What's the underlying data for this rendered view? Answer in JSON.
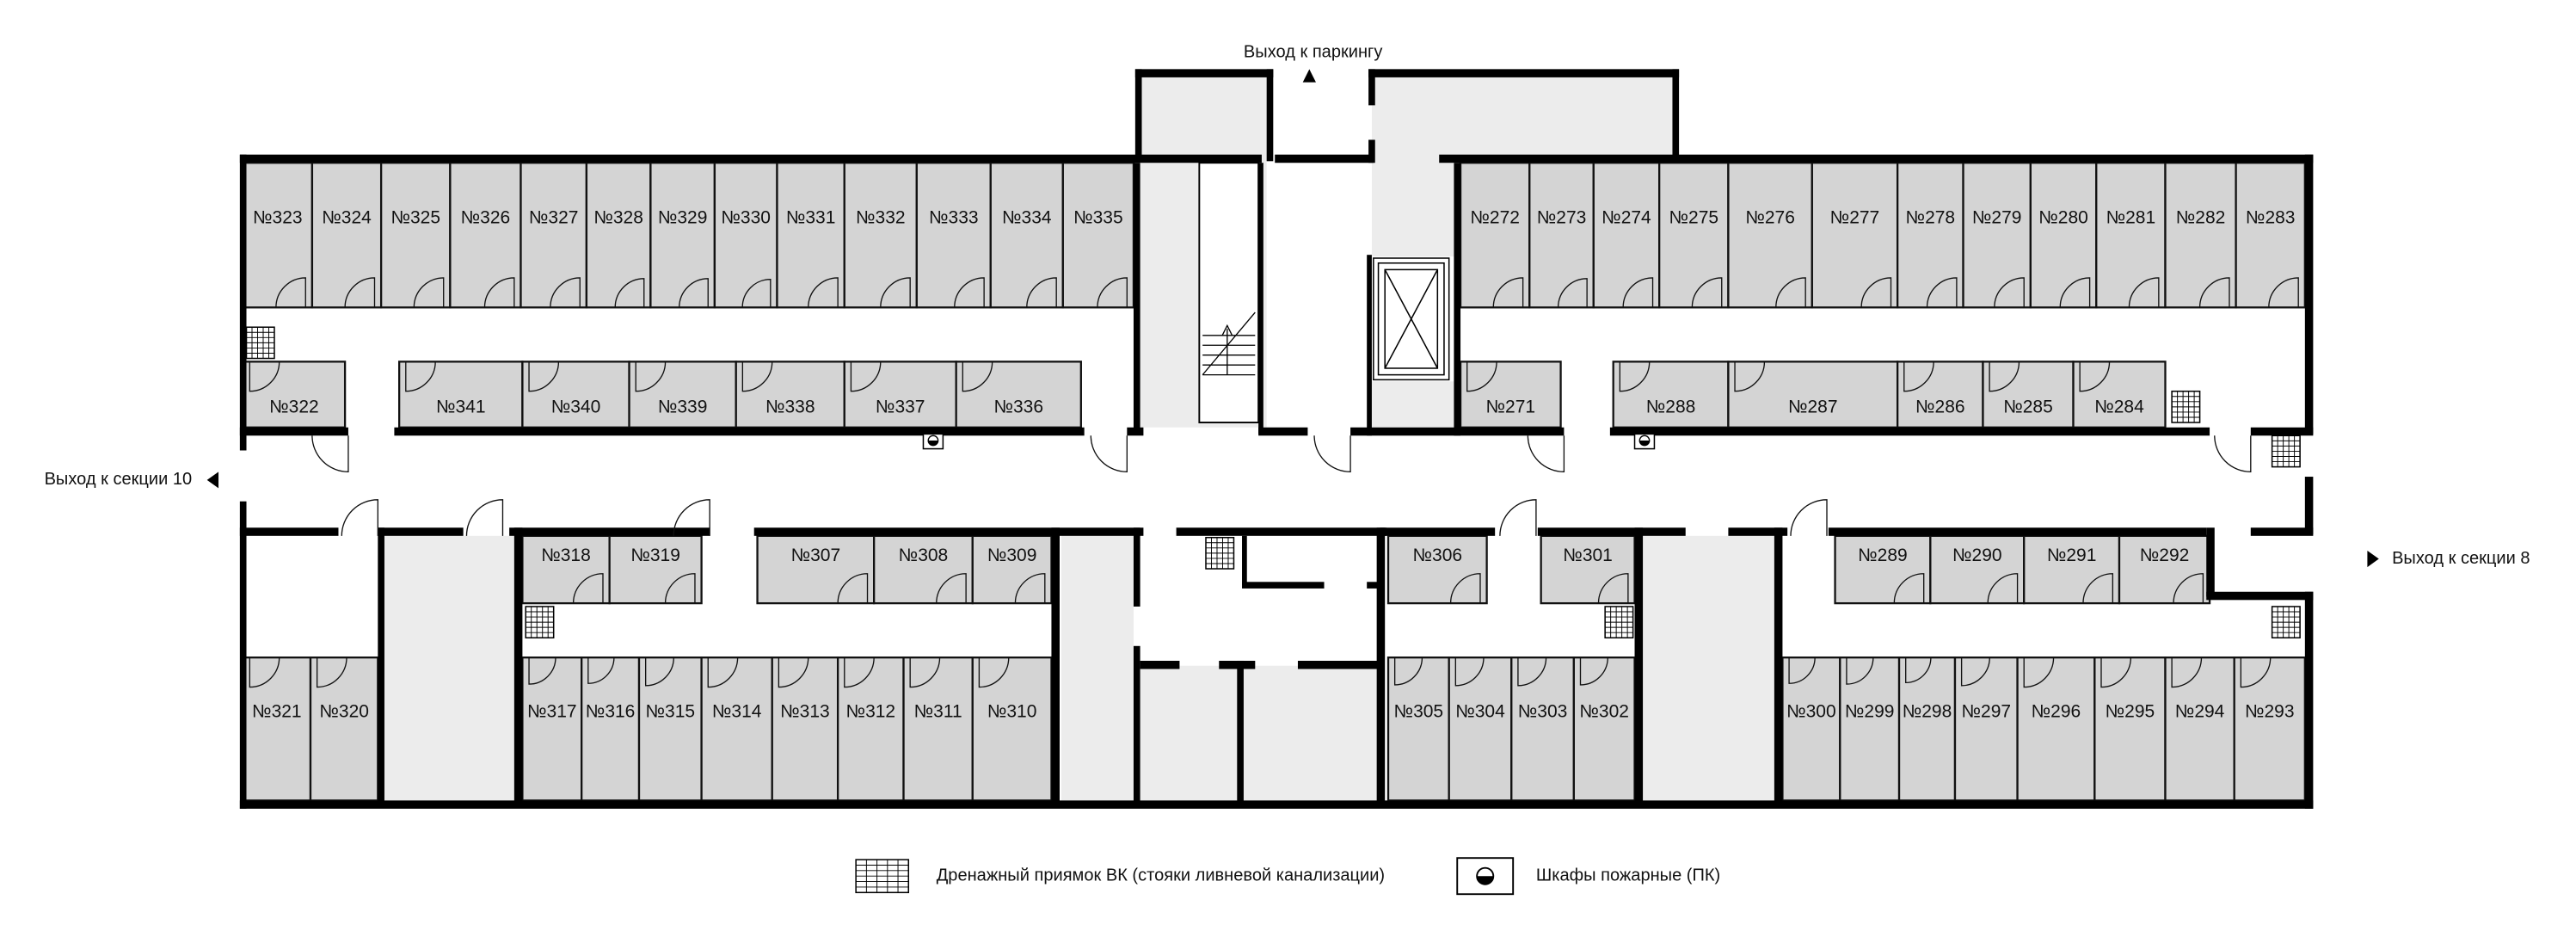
{
  "exits": {
    "parking": "Выход к паркингу",
    "section10": "Выход к секции 10",
    "section8": "Выход к секции 8"
  },
  "legend": {
    "drain": "Дренажный приямок ВК (стояки ливневой канализации)",
    "fire": "Шкафы пожарные (ПК)"
  },
  "colors": {
    "unit": "#d4d4d4",
    "common": "#ececec",
    "wall": "#000000"
  },
  "units": {
    "top_left": [
      "№323",
      "№324",
      "№325",
      "№326",
      "№327",
      "№328",
      "№329",
      "№330",
      "№331",
      "№332",
      "№333",
      "№334",
      "№335"
    ],
    "second_left_a": [
      "№322"
    ],
    "second_left_b": [
      "№341",
      "№340",
      "№339",
      "№338",
      "№337",
      "№336"
    ],
    "top_right": [
      "№272",
      "№273",
      "№274",
      "№275",
      "№276",
      "№277",
      "№278",
      "№279",
      "№280",
      "№281",
      "№282",
      "№283"
    ],
    "second_right_a": [
      "№271"
    ],
    "second_right_b": [
      "№288",
      "№287",
      "№286",
      "№285",
      "№284"
    ],
    "lower_left_upper_a": [
      "№318",
      "№319"
    ],
    "lower_left_upper_b": [
      "№307",
      "№308",
      "№309"
    ],
    "lower_left_bottom_a": [
      "№321",
      "№320"
    ],
    "lower_left_bottom_b": [
      "№317",
      "№316",
      "№315",
      "№314",
      "№313",
      "№312",
      "№311",
      "№310"
    ],
    "lower_right_upper_a": [
      "№306"
    ],
    "lower_right_upper_b": [
      "№301"
    ],
    "lower_right_upper_c": [
      "№289",
      "№290",
      "№291",
      "№292"
    ],
    "lower_right_bottom_a": [
      "№305",
      "№304",
      "№303",
      "№302"
    ],
    "lower_right_bottom_b": [
      "№300",
      "№299",
      "№298",
      "№297",
      "№296",
      "№295",
      "№294",
      "№293"
    ]
  }
}
